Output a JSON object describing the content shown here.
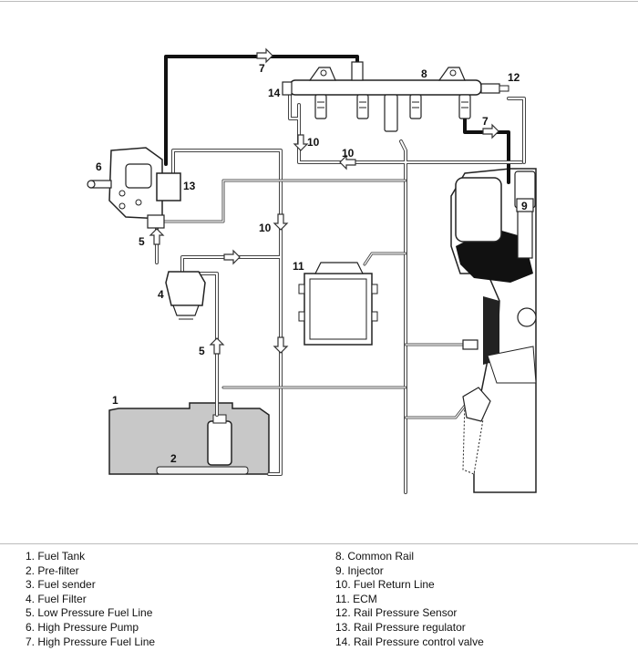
{
  "callouts": {
    "n1": "1",
    "n2": "2",
    "n4": "4",
    "n5a": "5",
    "n5b": "5",
    "n6": "6",
    "n7a": "7",
    "n7b": "7",
    "n8": "8",
    "n9": "9",
    "n10a": "10",
    "n10b": "10",
    "n10c": "10",
    "n11": "11",
    "n12": "12",
    "n13": "13",
    "n14": "14"
  },
  "legend": {
    "left": [
      "1. Fuel Tank",
      "2. Pre-filter",
      "3. Fuel sender",
      "4. Fuel Filter",
      "5. Low Pressure Fuel Line",
      "6. High Pressure Pump",
      "7. High Pressure Fuel Line"
    ],
    "right": [
      "8. Common Rail",
      "9. Injector",
      "10. Fuel Return Line",
      "11. ECM",
      "12. Rail Pressure Sensor",
      "13. Rail Pressure regulator",
      "14. Rail Pressure control valve"
    ]
  }
}
